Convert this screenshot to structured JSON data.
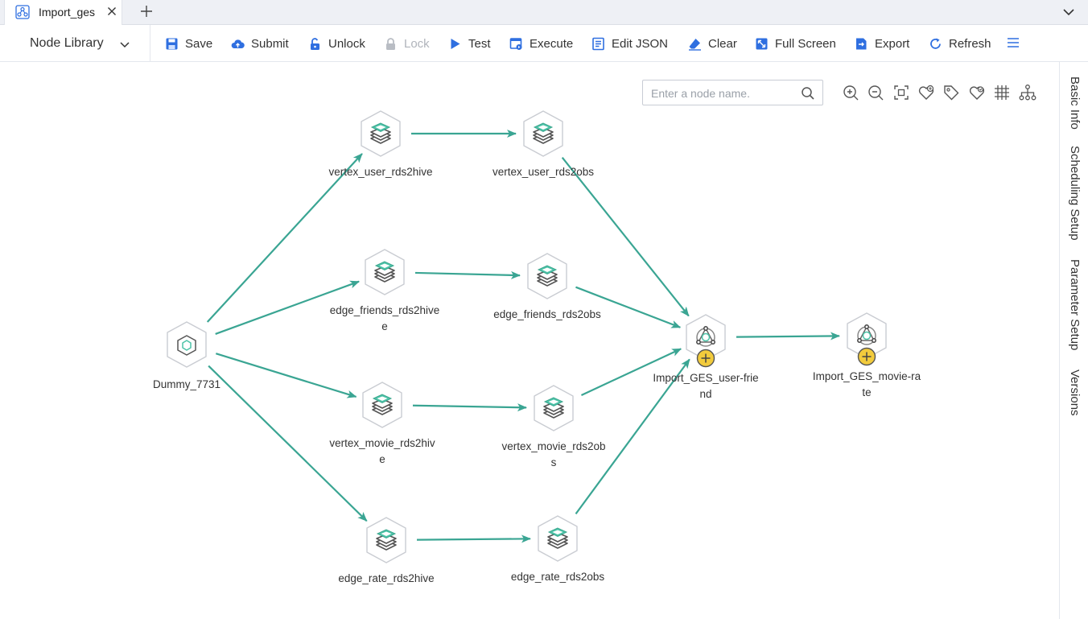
{
  "tab": {
    "label": "Import_ges"
  },
  "toolbar": {
    "node_library": "Node Library",
    "buttons": [
      {
        "label": "Save",
        "icon": "save-icon"
      },
      {
        "label": "Submit",
        "icon": "cloud-upload-icon"
      },
      {
        "label": "Unlock",
        "icon": "unlock-icon"
      },
      {
        "label": "Lock",
        "icon": "lock-icon",
        "disabled": true
      },
      {
        "label": "Test",
        "icon": "play-icon"
      },
      {
        "label": "Execute",
        "icon": "execute-icon"
      },
      {
        "label": "Edit JSON",
        "icon": "edit-json-icon"
      },
      {
        "label": "Clear",
        "icon": "eraser-icon"
      },
      {
        "label": "Full Screen",
        "icon": "fullscreen-icon"
      },
      {
        "label": "Export",
        "icon": "export-icon"
      },
      {
        "label": "Refresh",
        "icon": "refresh-icon"
      }
    ]
  },
  "search": {
    "placeholder": "Enter a node name."
  },
  "right_panel": {
    "tabs": [
      "Basic Info",
      "Scheduling Setup",
      "Parameter Setup",
      "Versions"
    ]
  },
  "colors": {
    "accent": "#2fa594",
    "edge": "#3aa593",
    "icon_teal": "#4cc3a8",
    "badge": "#f2cb3c"
  },
  "graph": {
    "nodes": [
      {
        "id": "dummy",
        "label": "Dummy_7731",
        "type": "dummy"
      },
      {
        "id": "vu_hive",
        "label": "vertex_user_rds2hive",
        "type": "stack"
      },
      {
        "id": "vu_obs",
        "label": "vertex_user_rds2obs",
        "type": "stack"
      },
      {
        "id": "ef_hive",
        "label": "edge_friends_rds2hive\ne",
        "type": "stack"
      },
      {
        "id": "ef_obs",
        "label": "edge_friends_rds2obs",
        "type": "stack"
      },
      {
        "id": "vm_hive",
        "label": "vertex_movie_rds2hiv\ne",
        "type": "stack"
      },
      {
        "id": "vm_obs",
        "label": "vertex_movie_rds2ob\ns",
        "type": "stack"
      },
      {
        "id": "er_hive",
        "label": "edge_rate_rds2hive",
        "type": "stack"
      },
      {
        "id": "er_obs",
        "label": "edge_rate_rds2obs",
        "type": "stack"
      },
      {
        "id": "ges_uf",
        "label": "Import_GES_user-frie\nnd",
        "type": "ges"
      },
      {
        "id": "ges_mr",
        "label": "Import_GES_movie-ra\nte",
        "type": "ges"
      }
    ],
    "edges": [
      [
        "dummy",
        "vu_hive"
      ],
      [
        "dummy",
        "ef_hive"
      ],
      [
        "dummy",
        "vm_hive"
      ],
      [
        "dummy",
        "er_hive"
      ],
      [
        "vu_hive",
        "vu_obs"
      ],
      [
        "ef_hive",
        "ef_obs"
      ],
      [
        "vm_hive",
        "vm_obs"
      ],
      [
        "er_hive",
        "er_obs"
      ],
      [
        "vu_obs",
        "ges_uf"
      ],
      [
        "ef_obs",
        "ges_uf"
      ],
      [
        "vm_obs",
        "ges_uf"
      ],
      [
        "er_obs",
        "ges_uf"
      ],
      [
        "ges_uf",
        "ges_mr"
      ]
    ]
  }
}
